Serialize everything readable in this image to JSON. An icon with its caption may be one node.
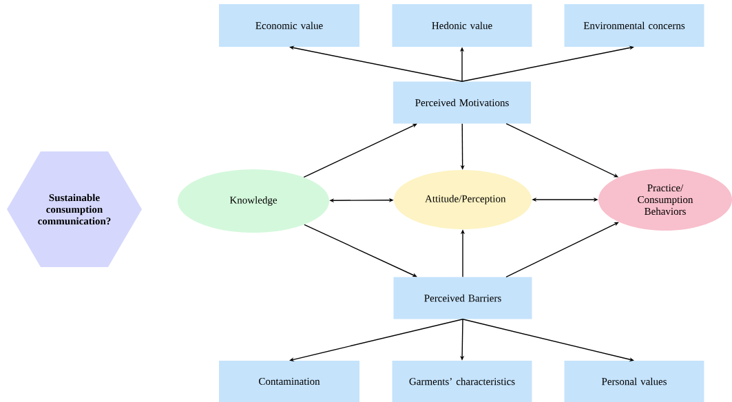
{
  "diagram": {
    "nodes": [
      {
        "text": [
          "Economic value"
        ]
      },
      {
        "text": [
          "Hedonic value"
        ]
      },
      {
        "text": [
          "Environmental concerns"
        ]
      },
      {
        "text": [
          "Perceived Motivations"
        ]
      },
      {
        "text": [
          "Sustainable consumption communication?"
        ]
      },
      {
        "text": [
          "Knowledge"
        ]
      },
      {
        "text": [
          "Attitude/Perception"
        ]
      },
      {
        "text": [
          "Practice/ Consumption Behaviors"
        ]
      },
      {
        "text": [
          "Perceived Barriers"
        ]
      },
      {
        "text": [
          "Contamination"
        ]
      },
      {
        "text": [
          "Garments’ characteristics"
        ]
      },
      {
        "text": [
          "Personal values"
        ]
      }
    ],
    "edges": [
      {
        "from": 3,
        "to": 0,
        "arrow": "to"
      },
      {
        "from": 3,
        "to": 1,
        "arrow": "to"
      },
      {
        "from": 3,
        "to": 2,
        "arrow": "to"
      },
      {
        "from": 5,
        "to": 3,
        "arrow": "to"
      },
      {
        "from": 3,
        "to": 6,
        "arrow": "to"
      },
      {
        "from": 3,
        "to": 7,
        "arrow": "to"
      },
      {
        "from": 5,
        "to": 6,
        "arrow": "both"
      },
      {
        "from": 6,
        "to": 7,
        "arrow": "both"
      },
      {
        "from": 5,
        "to": 8,
        "arrow": "to"
      },
      {
        "from": 8,
        "to": 6,
        "arrow": "to"
      },
      {
        "from": 8,
        "to": 7,
        "arrow": "to"
      },
      {
        "from": 8,
        "to": 9,
        "arrow": "to"
      },
      {
        "from": 8,
        "to": 10,
        "arrow": "to"
      },
      {
        "from": 8,
        "to": 11,
        "arrow": "to"
      }
    ]
  }
}
